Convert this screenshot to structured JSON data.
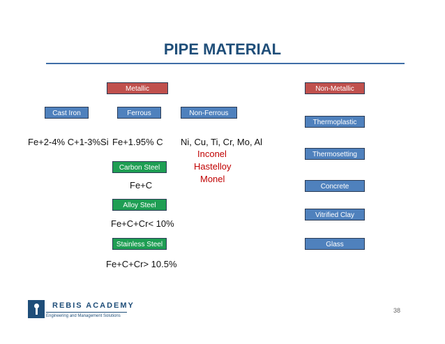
{
  "title": "PIPE MATERIAL",
  "metallic": {
    "label": "Metallic",
    "cast_iron": {
      "label": "Cast Iron",
      "composition": "Fe+2-4% C+1-3%Si"
    },
    "ferrous": {
      "label": "Ferrous",
      "composition": "Fe+1.95% C",
      "carbon_steel": {
        "label": "Carbon Steel",
        "composition": "Fe+C"
      },
      "alloy_steel": {
        "label": "Alloy Steel",
        "composition": "Fe+C+Cr< 10%"
      },
      "stainless_steel": {
        "label": "Stainless Steel",
        "composition": "Fe+C+Cr> 10.5%"
      }
    },
    "non_ferrous": {
      "label": "Non-Ferrous",
      "composition": "Ni, Cu, Ti, Cr, Mo, Al",
      "alloys": [
        "Inconel",
        "Hastelloy",
        "Monel"
      ]
    }
  },
  "non_metallic": {
    "label": "Non-Metallic",
    "items": [
      "Thermoplastic",
      "Thermosetting",
      "Concrete",
      "Vitrified Clay",
      "Glass"
    ]
  },
  "logo": {
    "name": "REBIS ACADEMY",
    "tagline": "Engineering and Management Solutions"
  },
  "page_number": "38",
  "colors": {
    "title": "#1f4e79",
    "red_box": "#c0504d",
    "blue_box": "#4f81bd",
    "green_box": "#1e9e53",
    "red_text": "#c00000"
  }
}
